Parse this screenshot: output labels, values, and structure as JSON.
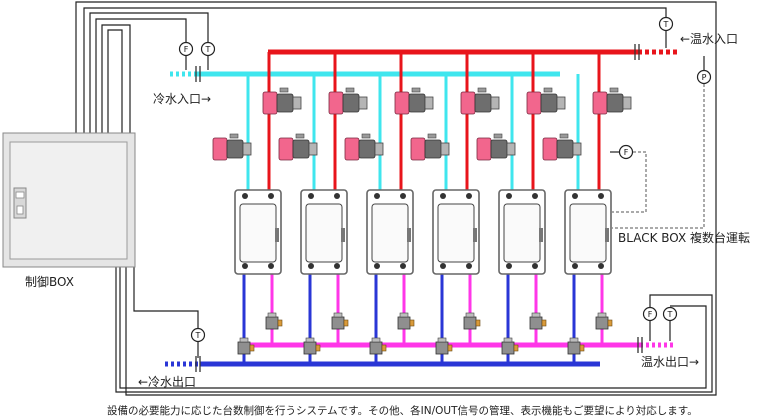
{
  "labels": {
    "hot_in": "←温水入口",
    "cold_in": "冷水入口→",
    "control_box": "制御BOX",
    "black_box": "BLACK BOX 複数台運転",
    "cold_out": "←冷水出口",
    "hot_out": "温水出口→",
    "caption": "設備の必要能力に応じた台数制御を行うシステムです。その他、各IN/OUT信号の管理、表示機能もご要望により対応します。"
  },
  "gauges": {
    "flow": "F",
    "temperature": "T",
    "pressure": "P"
  },
  "units": {
    "count": 6
  },
  "colors": {
    "hot_in": "#e8141b",
    "cold_in": "#3fe6ee",
    "cold_out": "#2a36d6",
    "hot_out": "#ff36e8",
    "pump_pink": "#f2668d",
    "pump_gray": "#8f8f8f",
    "unit_border": "#666666",
    "control_line": "#222222",
    "signal_dash": "#555555"
  }
}
